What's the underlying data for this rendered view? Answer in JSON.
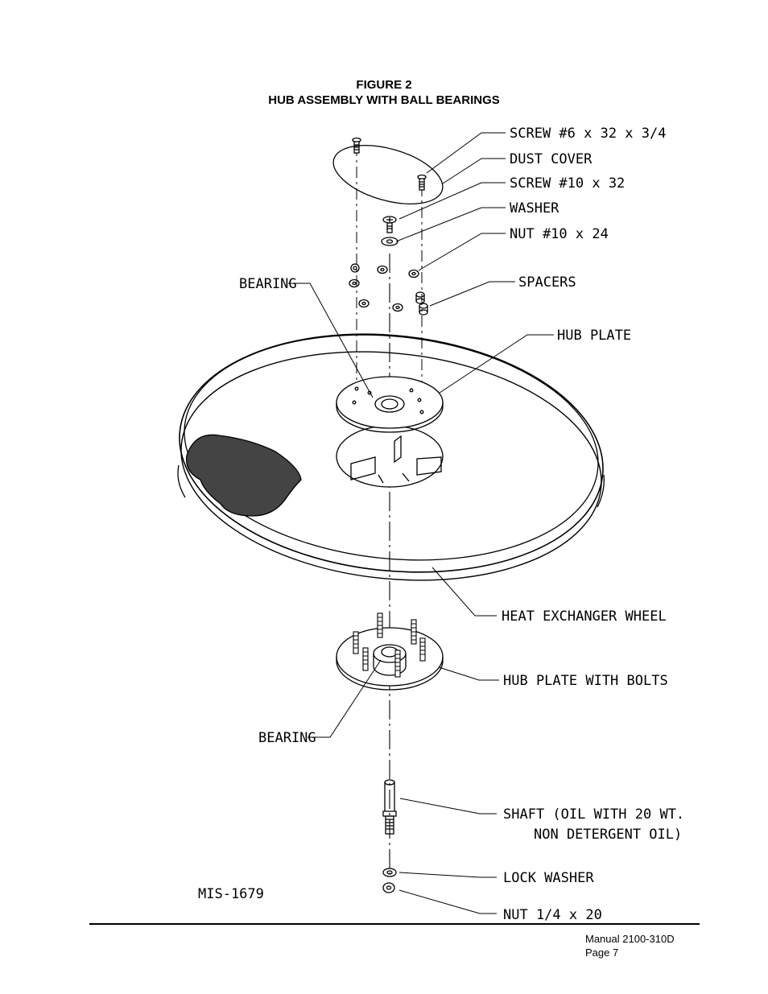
{
  "figure": {
    "number_label": "FIGURE  2",
    "title": "HUB ASSEMBLY WITH BALL BEARINGS"
  },
  "callouts": {
    "screw_6": "SCREW #6 x 32 x 3/4",
    "dust_cover": "DUST COVER",
    "screw_10": "SCREW #10 x 32",
    "washer": "WASHER",
    "nut_10": "NUT #10 x 24",
    "spacers": "SPACERS",
    "bearing_top": "BEARING",
    "hub_plate": "HUB PLATE",
    "heat_exchanger_wheel": "HEAT EXCHANGER WHEEL",
    "hub_plate_bolts": "HUB PLATE WITH BOLTS",
    "bearing_bottom": "BEARING",
    "shaft_line1": "SHAFT (OIL WITH 20 WT.",
    "shaft_line2": "NON DETERGENT OIL)",
    "lock_washer": "LOCK WASHER",
    "nut_quarter": "NUT 1/4 x 20"
  },
  "drawing_id": "MIS-1679",
  "footer": {
    "manual": "Manual  2100-310D",
    "page": "Page     7"
  }
}
